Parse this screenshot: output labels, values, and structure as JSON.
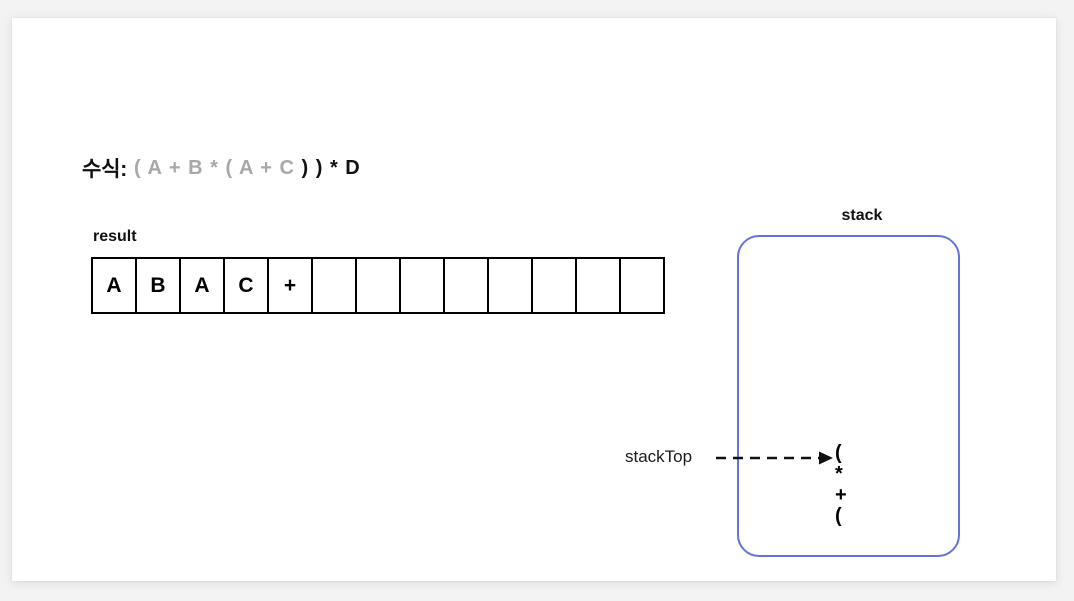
{
  "diagram": {
    "formula": {
      "label": "수식:",
      "tokens": [
        {
          "text": "(",
          "state": "done"
        },
        {
          "text": "A",
          "state": "done"
        },
        {
          "text": "+",
          "state": "done"
        },
        {
          "text": "B",
          "state": "done"
        },
        {
          "text": "*",
          "state": "done"
        },
        {
          "text": "(",
          "state": "done"
        },
        {
          "text": "A",
          "state": "done"
        },
        {
          "text": "+",
          "state": "done"
        },
        {
          "text": "C",
          "state": "done"
        },
        {
          "text": ")",
          "state": "todo"
        },
        {
          "text": ")",
          "state": "todo"
        },
        {
          "text": "*",
          "state": "todo"
        },
        {
          "text": "D",
          "state": "todo"
        }
      ],
      "processed_color": "#a8a8a8",
      "pending_color": "#111111"
    },
    "result": {
      "label": "result",
      "cells": [
        "A",
        "B",
        "A",
        "C",
        "+",
        "",
        "",
        "",
        "",
        "",
        "",
        "",
        ""
      ],
      "cell_count": 13,
      "border_color": "#000000"
    },
    "stack": {
      "label": "stack",
      "items": [
        "(",
        "*",
        "+",
        "("
      ],
      "border_color": "#6274dc"
    },
    "pointer": {
      "label": "stackTop",
      "style": "dashed-arrow",
      "color": "#1a1a1a"
    }
  }
}
